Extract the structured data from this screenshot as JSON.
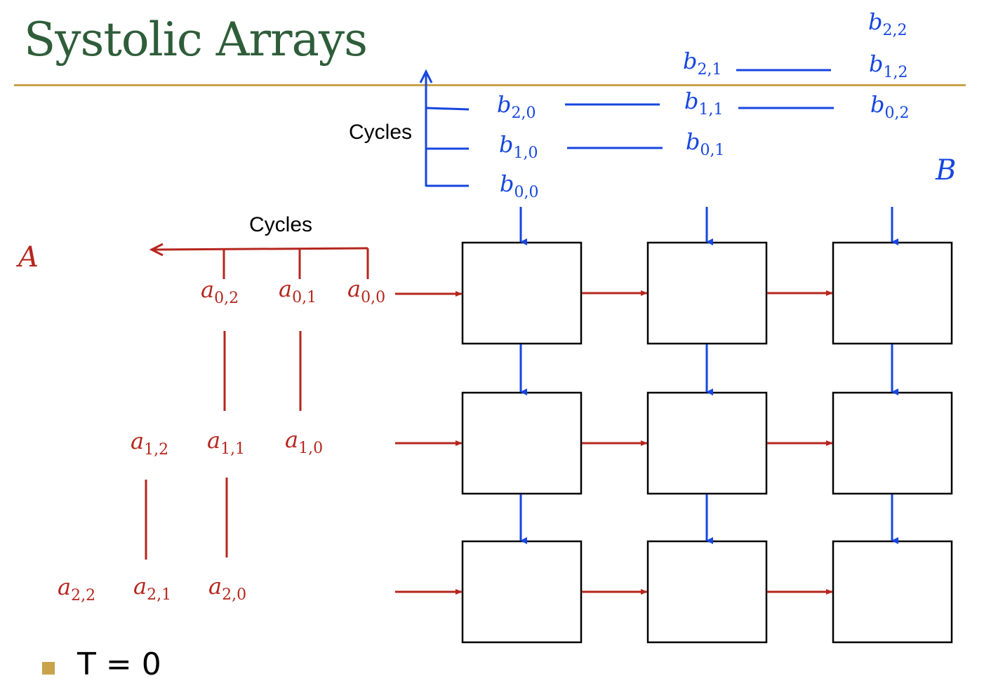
{
  "title": "Systolic Arrays",
  "matrix_labels": {
    "a": "A",
    "b": "B"
  },
  "cycles_label": "Cycles",
  "bullet": "T = 0",
  "colors": {
    "title": "#2f5d3a",
    "rule": "#c9a24a",
    "a": "#b5261e",
    "b": "#1546e0"
  },
  "a_elements": [
    {
      "base": "a",
      "sub": "0,2"
    },
    {
      "base": "a",
      "sub": "0,1"
    },
    {
      "base": "a",
      "sub": "0,0"
    },
    {
      "base": "a",
      "sub": "1,2"
    },
    {
      "base": "a",
      "sub": "1,1"
    },
    {
      "base": "a",
      "sub": "1,0"
    },
    {
      "base": "a",
      "sub": "2,2"
    },
    {
      "base": "a",
      "sub": "2,1"
    },
    {
      "base": "a",
      "sub": "2,0"
    }
  ],
  "b_elements": [
    {
      "base": "b",
      "sub": "2,0"
    },
    {
      "base": "b",
      "sub": "1,0"
    },
    {
      "base": "b",
      "sub": "0,0"
    },
    {
      "base": "b",
      "sub": "2,1"
    },
    {
      "base": "b",
      "sub": "1,1"
    },
    {
      "base": "b",
      "sub": "0,1"
    },
    {
      "base": "b",
      "sub": "2,2"
    },
    {
      "base": "b",
      "sub": "1,2"
    },
    {
      "base": "b",
      "sub": "0,2"
    }
  ]
}
